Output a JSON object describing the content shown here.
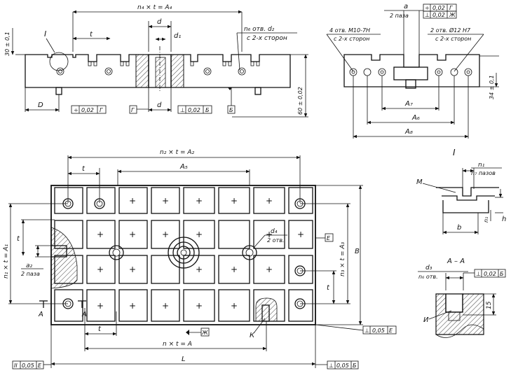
{
  "top_view": {
    "dim_total": "n₄ × t = A₄",
    "dim_t": "t",
    "dim_d": "d",
    "dim_d1": "d₁",
    "holes_label_1": "n₆ отв. d₂",
    "holes_label_2": "с 2-х сторон",
    "callout_I": "I",
    "height_dim": "30 ± 0,1",
    "depth_dim": "60 ± 0,02",
    "dim_D": "D",
    "dim_d_bottom": "d",
    "tol_left": [
      "÷",
      "0,02",
      "Г"
    ],
    "datum_G": "Г",
    "tol_right": [
      "⊥",
      "0,02",
      "Б"
    ],
    "datum_B": "Б"
  },
  "side_view": {
    "slot_label_1": "a",
    "slot_label_2": "2 паза",
    "tol_1": [
      "÷",
      "0,02",
      "Г"
    ],
    "tol_2": [
      "⊥",
      "0,02",
      "Ж"
    ],
    "holes_left_1": "4 отв. М10-7Н",
    "holes_left_2": "с 2-х сторон",
    "holes_right_1": "2 отв. Ø12 Н7",
    "holes_right_2": "с 2-х сторон",
    "dim_A7": "A₇",
    "dim_A6": "A₆",
    "dim_A8": "A₈",
    "dim_h": "34 ± 0,1"
  },
  "plan_view": {
    "dim_A2": "n₂ × t = A₂",
    "dim_t_top": "t",
    "dim_A5": "A₅",
    "dim_A1": "n₁ × t = A₁",
    "dim_t_left": "t",
    "dim_a2": "a₂",
    "dim_a2_note": "2 паза",
    "dim_d4": "d₄",
    "dim_d4_note": "2 отв.",
    "datum_E": "Е",
    "dim_A3": "n₃ × t = A₃",
    "dim_B": "B",
    "dim_t_right": "t",
    "section_A_left": "A",
    "section_A_right": "A",
    "dim_t_bottom": "t",
    "datum_Zh": "Ж",
    "callout_K": "К",
    "dim_A": "n × t = A",
    "dim_L": "L",
    "tol_bottom_right": [
      "⊥",
      "0,05",
      "Е"
    ],
    "tol_footer_left": [
      "II",
      "0,05",
      "Е"
    ],
    "tol_footer_right": [
      "⊥",
      "0,05",
      "Б"
    ],
    "plus_mark": "+"
  },
  "detail_I": {
    "title": "I",
    "n1": "n₁",
    "n7": "n₇ пазов",
    "M": "М",
    "n1_side": "n₁",
    "h": "h",
    "b": "b"
  },
  "section_AA": {
    "title": "A – A",
    "d3": "d₃",
    "n6": "n₆ отв.",
    "tol": [
      "⊥",
      "0,02",
      "Б"
    ],
    "dim_15": "15",
    "label_I": "И"
  }
}
